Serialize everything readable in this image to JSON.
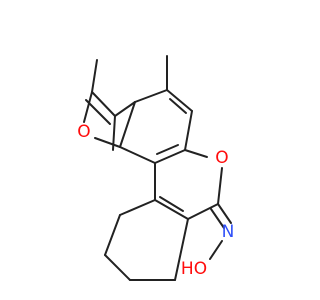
{
  "molecule": {
    "atom_labels": {
      "furan_oxygen": "O",
      "pyran_oxygen": "O",
      "oxime_nitrogen": "N",
      "hydroxyl": "HO"
    },
    "colors": {
      "bond": "#222222",
      "oxygen": "#ff0d0d",
      "nitrogen": "#3050f8"
    }
  }
}
